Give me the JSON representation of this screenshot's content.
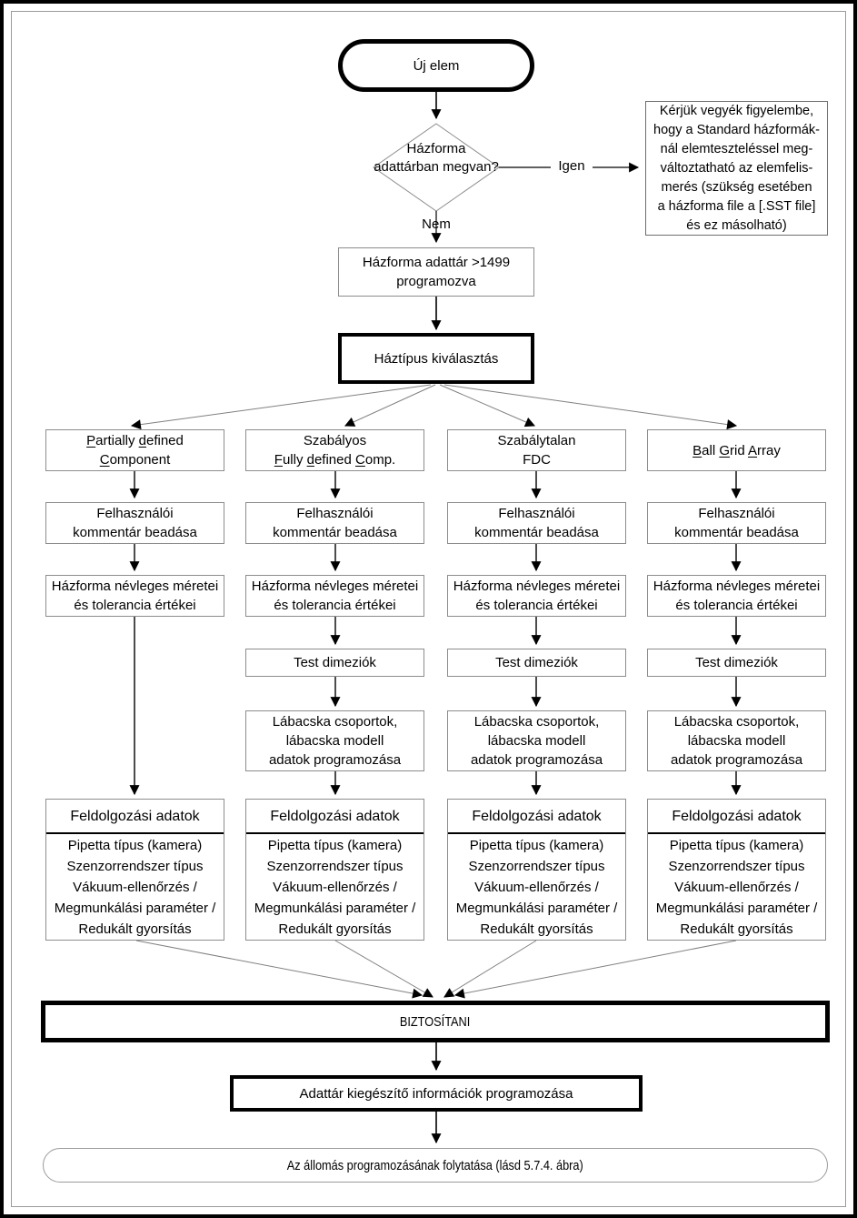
{
  "colors": {
    "background": "#ffffff",
    "thin_border": "#8c8c8c",
    "bold_border": "#000000",
    "wire_gray": "#808080"
  },
  "flow": {
    "start_label": "Új elem",
    "decision": {
      "question": "Házforma\nadattárban\nmegvan?",
      "yes": "Igen",
      "no": "Nem"
    },
    "note_text": "Kérjük vegyék figyelembe,\nhogy a Standard házformák-\nnál elemteszteléssel meg-\nváltoztatható az elemfelis-\nmerés (szükség esetében\na házforma file a [.SST file]\nés ez másolható)",
    "programmed_box": "Házforma adattár >1499\nprogramozva",
    "select_box": "Háztípus kiválasztás",
    "columns": [
      {
        "header": "[P]artially [d]efined|[C]omponent",
        "user_comment": "Felhasználói\nkommentár beadása",
        "nominal_sizes": "Házforma névleges méretei\nés tolerancia értékei",
        "processing_title": "Feldolgozási adatok",
        "processing_details": "Pipetta típus (kamera)\nSzenzorrendszer típus\nVákuum-ellenőrzés /\nMegmunkálási paraméter /\nRedukált gyorsítás"
      },
      {
        "header": "Szabályos|[F]ully [d]efined [C]omp.",
        "user_comment": "Felhasználói\nkommentár beadása",
        "nominal_sizes": "Házforma névleges méretei\nés tolerancia értékei",
        "test_dimensions": "Test dimeziók",
        "pin_groups": "Lábacska csoportok,\nlábacska modell\nadatok programozása",
        "processing_title": "Feldolgozási adatok",
        "processing_details": "Pipetta típus (kamera)\nSzenzorrendszer típus\nVákuum-ellenőrzés /\nMegmunkálási paraméter /\nRedukált gyorsítás"
      },
      {
        "header": "Szabálytalan|FDC",
        "user_comment": "Felhasználói\nkommentár beadása",
        "nominal_sizes": "Házforma névleges méretei\nés tolerancia értékei",
        "test_dimensions": "Test dimeziók",
        "pin_groups": "Lábacska csoportok,\nlábacska modell\nadatok programozása",
        "processing_title": "Feldolgozási adatok",
        "processing_details": "Pipetta típus (kamera)\nSzenzorrendszer típus\nVákuum-ellenőrzés /\nMegmunkálási paraméter /\nRedukált gyorsítás"
      },
      {
        "header": "[B]all [G]rid [A]rray",
        "user_comment": "Felhasználói\nkommentár beadása",
        "nominal_sizes": "Házforma névleges méretei\nés tolerancia értékei",
        "test_dimensions": "Test dimeziók",
        "pin_groups": "Lábacska csoportok,\nlábacska modell\nadatok programozása",
        "processing_title": "Feldolgozási adatok",
        "processing_details": "Pipetta típus (kamera)\nSzenzorrendszer típus\nVákuum-ellenőrzés /\nMegmunkálási paraméter /\nRedukált gyorsítás"
      }
    ],
    "ensure_box": "BIZTOSÍTANI",
    "supplement_box": "Adattár kiegészítő információk programozása",
    "end_label": "Az állomás programozásának folytatása (lásd 5.7.4. ábra)"
  }
}
